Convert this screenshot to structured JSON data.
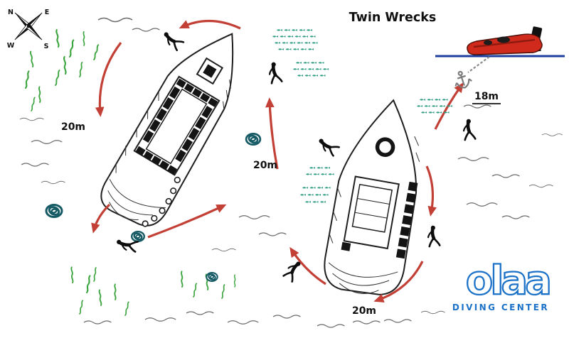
{
  "title": "Twin Wrecks",
  "compass": {
    "north": "N",
    "east": "E",
    "south": "S",
    "west": "W"
  },
  "depth_labels": {
    "left_wreck": "20m",
    "mid_route": "20m",
    "bottom_route": "20m",
    "anchor_line": "18m"
  },
  "logo": {
    "wordmark": "olaa",
    "subtitle": "DIVING CENTER"
  },
  "colors": {
    "route": "#c24036",
    "fish": "#2e9c82",
    "seaweed": "#3da53f",
    "rock": "#155a64",
    "logo": "#1b72c8",
    "waterline": "#1d3e9c",
    "boat": "#cf2a1c"
  }
}
